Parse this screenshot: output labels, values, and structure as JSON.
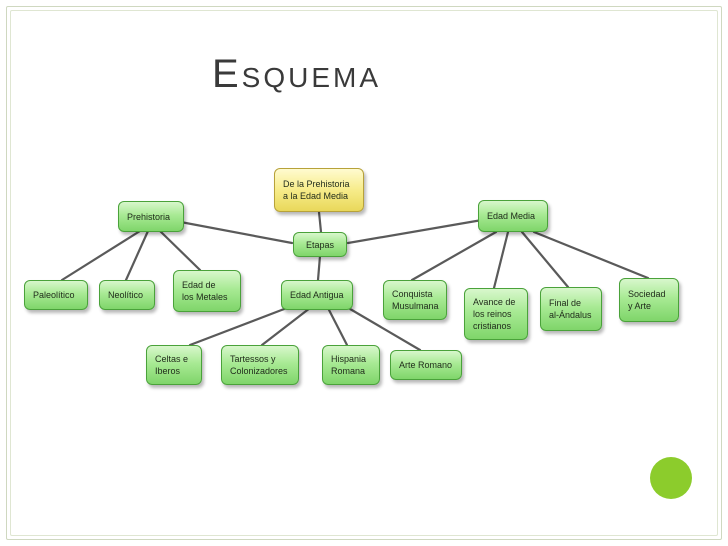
{
  "slide": {
    "title": "Esquema",
    "accent_color": "#8ccc2c"
  },
  "diagram": {
    "root": "De la Prehistoria\na la Edad Media",
    "hub": "Etapas",
    "branches": {
      "prehistoria": "Prehistoria",
      "edad_antigua": "Edad Antigua",
      "edad_media": "Edad Media"
    },
    "prehistoria_items": [
      "Paleolítico",
      "Neolítico",
      "Edad de\nlos Metales"
    ],
    "antigua_items": [
      "Celtas e\nIberos",
      "Tartessos  y\nColonizadores",
      "Hispania\nRomana",
      "Arte Romano"
    ],
    "media_items": [
      "Conquista\nMusulmana",
      "Avance de\nlos reinos\ncristianos",
      "Final de\nal-Ándalus",
      "Sociedad\ny Arte"
    ]
  }
}
